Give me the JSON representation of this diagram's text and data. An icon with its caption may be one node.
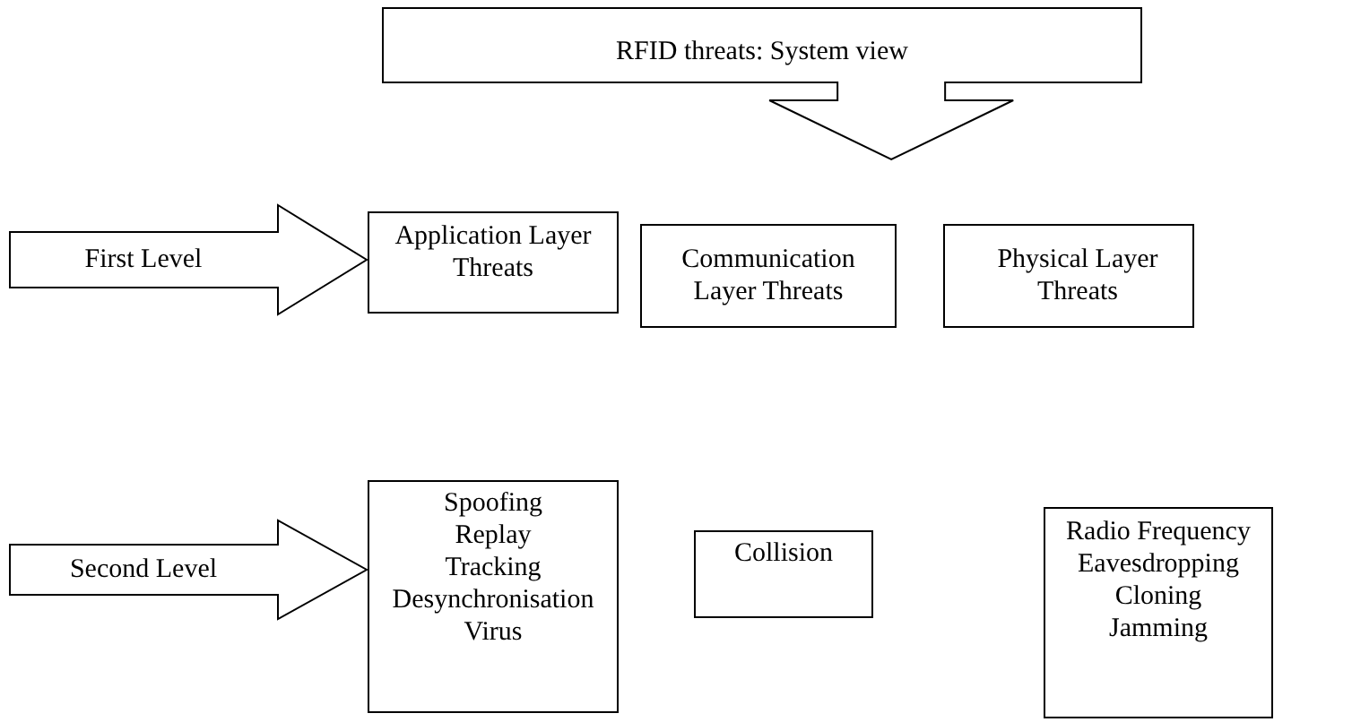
{
  "diagram": {
    "nodes": [
      {
        "text": [
          "RFID threats: System view"
        ]
      },
      {
        "text": [
          "First Level"
        ]
      },
      {
        "text": [
          "Application Layer Threats"
        ]
      },
      {
        "text": [
          "Communication Layer Threats"
        ]
      },
      {
        "text": [
          "Physical Layer Threats"
        ]
      },
      {
        "text": [
          "Second Level"
        ]
      },
      {
        "text": [
          "Spoofing",
          "Replay",
          "Tracking",
          "Desynchronisation",
          "Virus"
        ]
      },
      {
        "text": [
          "Collision"
        ]
      },
      {
        "text": [
          "Radio Frequency Eavesdropping",
          "Cloning",
          "Jamming"
        ]
      }
    ]
  }
}
